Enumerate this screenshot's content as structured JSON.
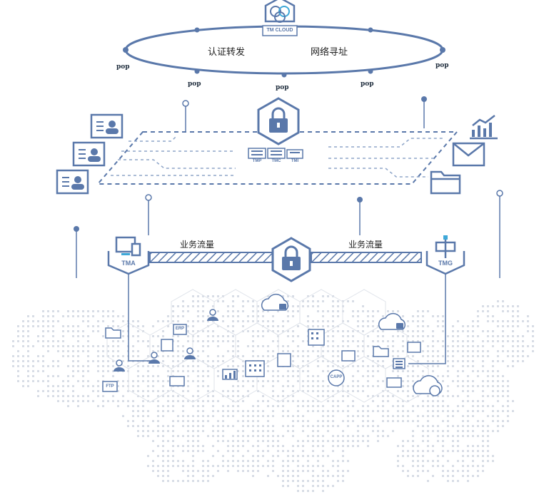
{
  "cloud": {
    "name": "TM CLOUD",
    "auth_label": "认证转发",
    "addr_label": "网络寻址",
    "pops": [
      "pop",
      "pop",
      "pop",
      "pop",
      "pop"
    ]
  },
  "platform": {
    "server_tags": [
      "TMP",
      "TMC",
      "TMI"
    ]
  },
  "tunnel": {
    "left_label": "业务流量",
    "right_label": "业务流量",
    "tma": "TMA",
    "tmg": "TMG"
  },
  "map_icons": {
    "ftp": "FTP",
    "app": "CAPP",
    "erp": "ERP"
  },
  "colors": {
    "primary": "#5a78aa",
    "dark": "#3d5a8a",
    "light": "#b8c4d8",
    "map": "#d8dde6"
  }
}
